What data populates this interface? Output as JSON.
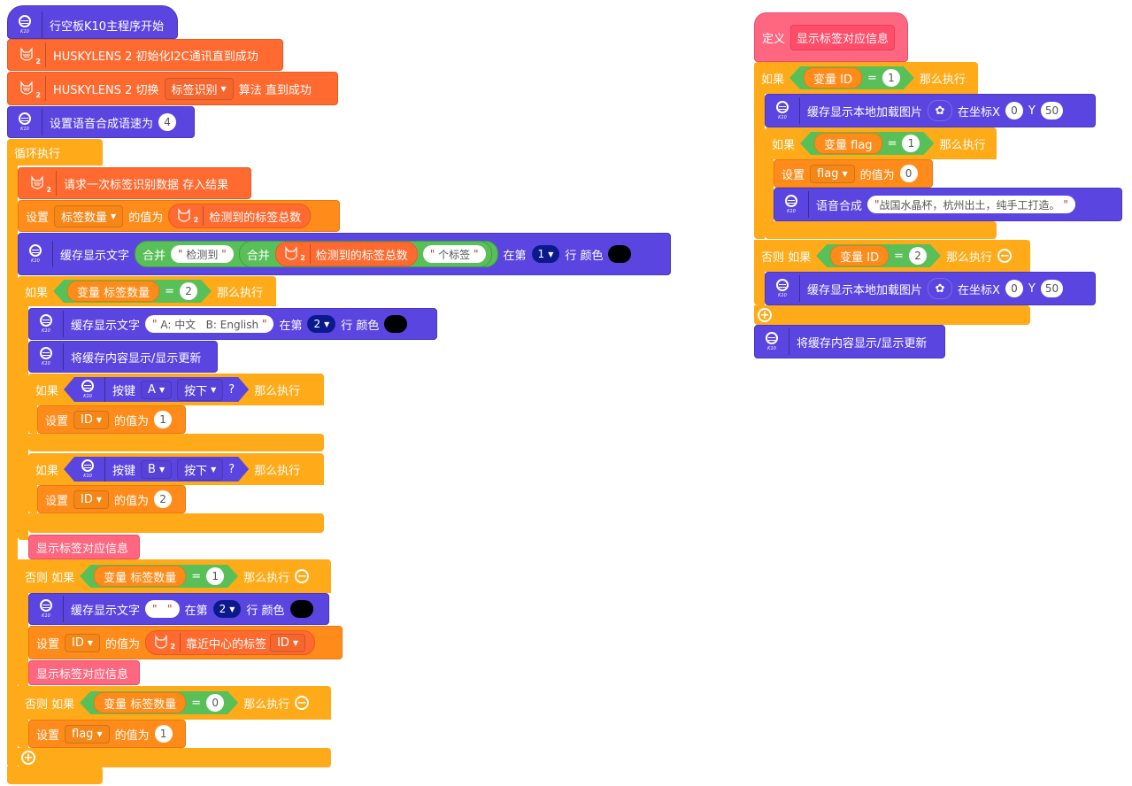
{
  "left_script": {
    "main_start": "行空板K10主程序开始",
    "husky_init": "HUSKYLENS 2 初始化I2C通讯直到成功",
    "husky_switch": {
      "prefix": "HUSKYLENS 2 切换",
      "algorithm": "标签识别",
      "suffix": "算法 直到成功"
    },
    "speech_rate": {
      "label": "设置语音合成语速为",
      "value": "4"
    },
    "forever": "循环执行",
    "request": "请求一次标签识别数据 存入结果",
    "set_count": {
      "set": "设置",
      "var": "标签数量",
      "to": "的值为",
      "reporter": "检测到的标签总数"
    },
    "cache_text1": {
      "label": "缓存显示文字",
      "join": "合并",
      "str1": "检测到",
      "reporter": "检测到的标签总数",
      "str2": "个标签",
      "row_prefix": "在第",
      "row": "1",
      "row_suffix": "行 颜色",
      "color": "#000000"
    },
    "if1": {
      "if": "如果",
      "var": "变量 标签数量",
      "eq": "=",
      "value": "2",
      "then": "那么执行"
    },
    "cache_text2": {
      "label": "缓存显示文字",
      "str": "A: 中文   B: English",
      "row_prefix": "在第",
      "row": "2",
      "row_suffix": "行 颜色",
      "color": "#000000"
    },
    "refresh": "将缓存内容显示/显示更新",
    "if_a": {
      "if": "如果",
      "label": "按键",
      "key": "A",
      "state": "按下",
      "q": "?",
      "then": "那么执行"
    },
    "set_id1": {
      "set": "设置",
      "var": "ID",
      "to": "的值为",
      "value": "1"
    },
    "if_b": {
      "if": "如果",
      "label": "按键",
      "key": "B",
      "state": "按下",
      "q": "?",
      "then": "那么执行"
    },
    "set_id2": {
      "set": "设置",
      "var": "ID",
      "to": "的值为",
      "value": "2"
    },
    "call1": "显示标签对应信息",
    "elif1": {
      "else_if": "否则 如果",
      "var": "变量 标签数量",
      "eq": "=",
      "value": "1",
      "then": "那么执行"
    },
    "cache_text3": {
      "label": "缓存显示文字",
      "str": " ",
      "row_prefix": "在第",
      "row": "2",
      "row_suffix": "行 颜色",
      "color": "#000000"
    },
    "set_id3": {
      "set": "设置",
      "var": "ID",
      "to": "的值为",
      "reporter": "靠近中心的标签",
      "field": "ID"
    },
    "call2": "显示标签对应信息",
    "elif2": {
      "else_if": "否则 如果",
      "var": "变量 标签数量",
      "eq": "=",
      "value": "0",
      "then": "那么执行"
    },
    "set_flag1": {
      "set": "设置",
      "var": "flag",
      "to": "的值为",
      "value": "1"
    }
  },
  "right_script": {
    "define": {
      "label": "定义",
      "name": "显示标签对应信息"
    },
    "if1": {
      "if": "如果",
      "var": "变量 ID",
      "eq": "=",
      "value": "1",
      "then": "那么执行"
    },
    "img1": {
      "label": "缓存显示本地加载图片",
      "coord": "在坐标X",
      "x": "0",
      "y_label": "Y",
      "y": "50"
    },
    "if_flag": {
      "if": "如果",
      "var": "变量 flag",
      "eq": "=",
      "value": "1",
      "then": "那么执行"
    },
    "set_flag0": {
      "set": "设置",
      "var": "flag",
      "to": "的值为",
      "value": "0"
    },
    "tts": {
      "label": "语音合成",
      "str": "战国水晶杯，杭州出土，纯手工打造。"
    },
    "elif": {
      "else_if": "否则 如果",
      "var": "变量 ID",
      "eq": "=",
      "value": "2",
      "then": "那么执行"
    },
    "img2": {
      "label": "缓存显示本地加载图片",
      "coord": "在坐标X",
      "x": "0",
      "y_label": "Y",
      "y": "50"
    },
    "refresh": "将缓存内容显示/显示更新"
  },
  "colors": {
    "k10": "#5b45e0",
    "husky": "#ff6a30",
    "control": "#ffab19",
    "variable": "#ff8c1a",
    "operator": "#59c059",
    "procedure": "#ff6680"
  }
}
